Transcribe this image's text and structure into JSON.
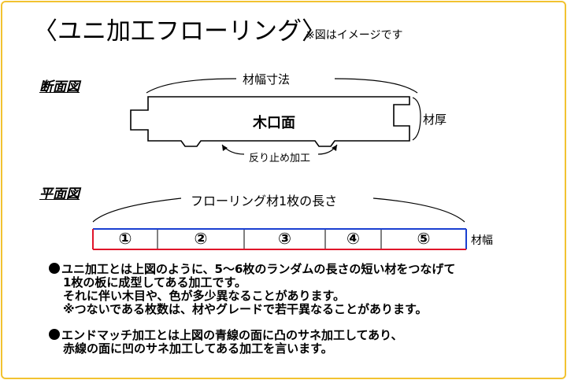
{
  "title": "〈ユニ加工フローリング〉",
  "note": "※図はイメージです",
  "section_cross": "断面図",
  "section_plan": "平面図",
  "cross": {
    "width_label": "材幅寸法",
    "center_label": "木口面",
    "thickness_label": "材厚",
    "groove_label": "反り止め加工"
  },
  "plan": {
    "length_label": "フローリング材1枚の長さ",
    "width_label": "材幅",
    "segments": [
      "①",
      "②",
      "③",
      "④",
      "⑤"
    ]
  },
  "colors": {
    "frame": "#f2c230",
    "blue_line": "#1a3fd1",
    "red_line": "#e0142a"
  },
  "paragraph1": [
    "ユニ加工とは上図のように、5〜6枚のランダムの長さの短い材をつなげて",
    "1枚の板に成型してある加工です。",
    "それに伴い木目や、色が多少異なることがあります。",
    "※つないである枚数は、材やグレードで若干異なることがあります。"
  ],
  "paragraph2": [
    "エンドマッチ加工とは上図の青線の面に凸のサネ加工してあり、",
    "赤線の面に凹のサネ加工してある加工を言います。"
  ]
}
